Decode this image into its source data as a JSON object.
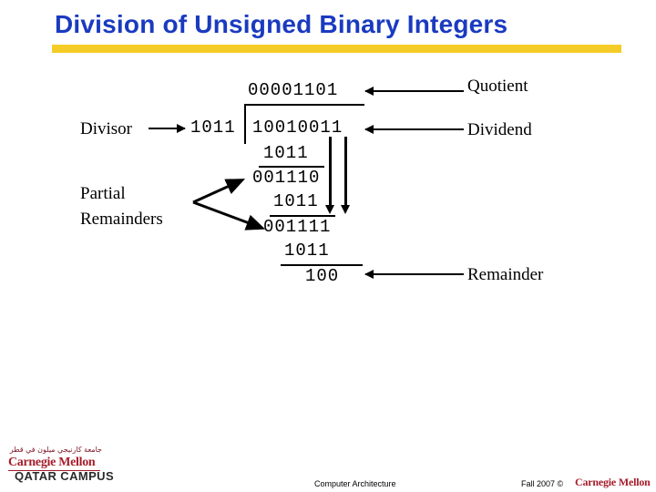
{
  "slide": {
    "title": "Division of Unsigned Binary Integers",
    "accent_color": "#f5cc27",
    "title_color": "#1a3ac0"
  },
  "division": {
    "quotient": "00001101",
    "divisor": "1011",
    "dividend": "10010011",
    "steps": [
      {
        "name": "subtrahend-1",
        "digits": "1011"
      },
      {
        "name": "partial-remainder-1",
        "digits": "001110"
      },
      {
        "name": "subtrahend-2",
        "digits": "1011"
      },
      {
        "name": "partial-remainder-2",
        "digits": "001111"
      },
      {
        "name": "subtrahend-3",
        "digits": "1011"
      },
      {
        "name": "remainder",
        "digits": "100"
      }
    ]
  },
  "labels": {
    "divisor": "Divisor",
    "partial_line1": "Partial",
    "partial_line2": "Remainders",
    "quotient": "Quotient",
    "dividend": "Dividend",
    "remainder": "Remainder"
  },
  "footer": {
    "course": "Computer Architecture",
    "term": "Fall 2007 ©",
    "wordmark": "Carnegie Mellon"
  },
  "logo": {
    "arabic": "جامعة كارنيجي ميلون في قطر",
    "name": "Carnegie Mellon",
    "campus": "QATAR CAMPUS",
    "color": "#a61c2b"
  }
}
